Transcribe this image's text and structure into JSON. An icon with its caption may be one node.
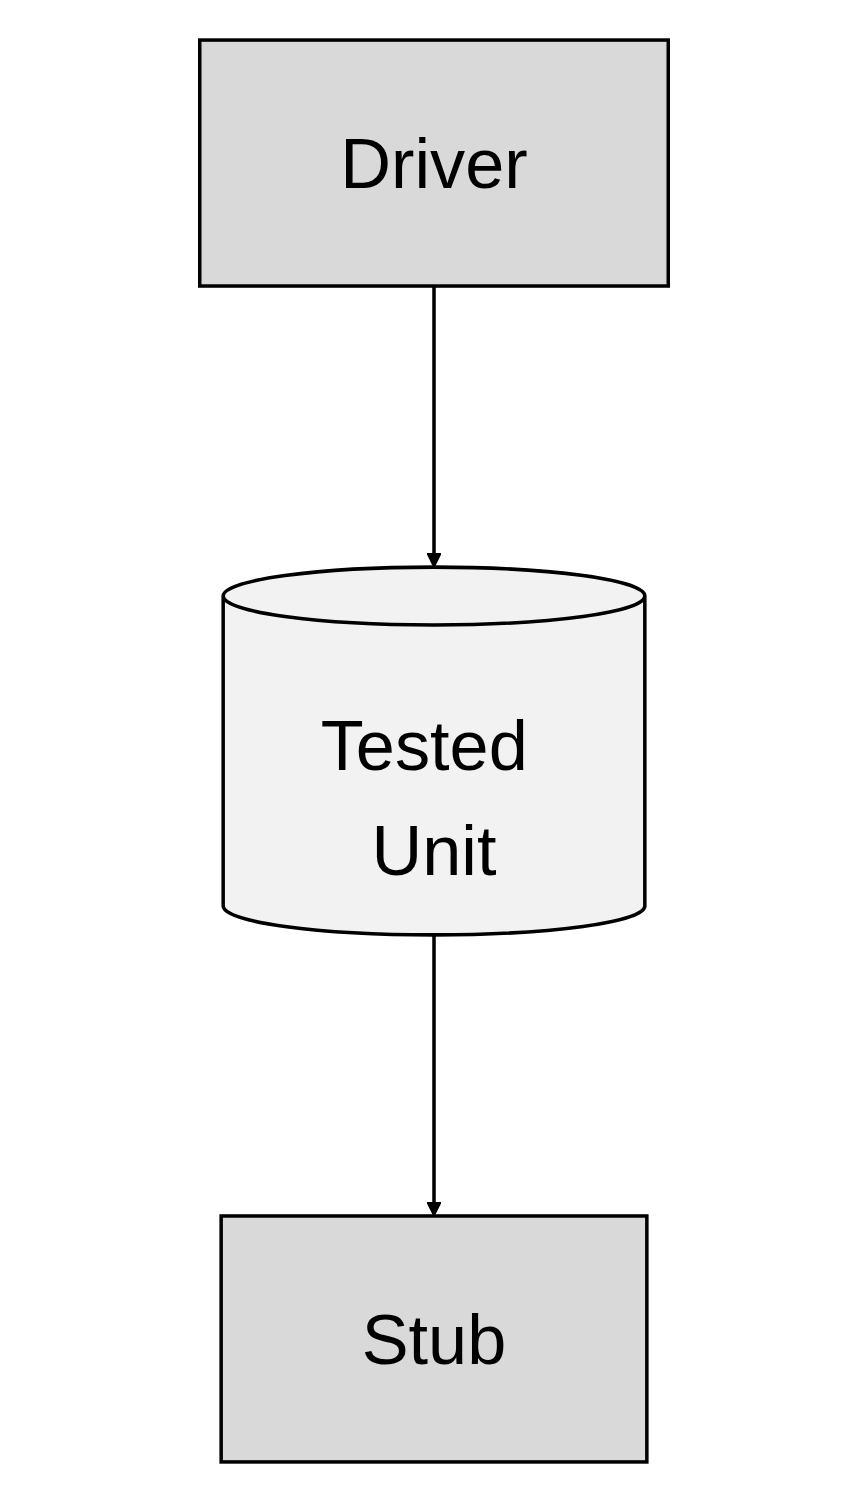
{
  "diagram": {
    "nodes": [
      {
        "text": [
          "Driver"
        ]
      },
      {
        "text": [
          "Tested Unit"
        ]
      },
      {
        "text": [
          "Stub"
        ]
      }
    ],
    "edges": [
      {
        "from": 0,
        "to": 1,
        "arrow": "to"
      },
      {
        "from": 1,
        "to": 2,
        "arrow": "to"
      }
    ]
  }
}
